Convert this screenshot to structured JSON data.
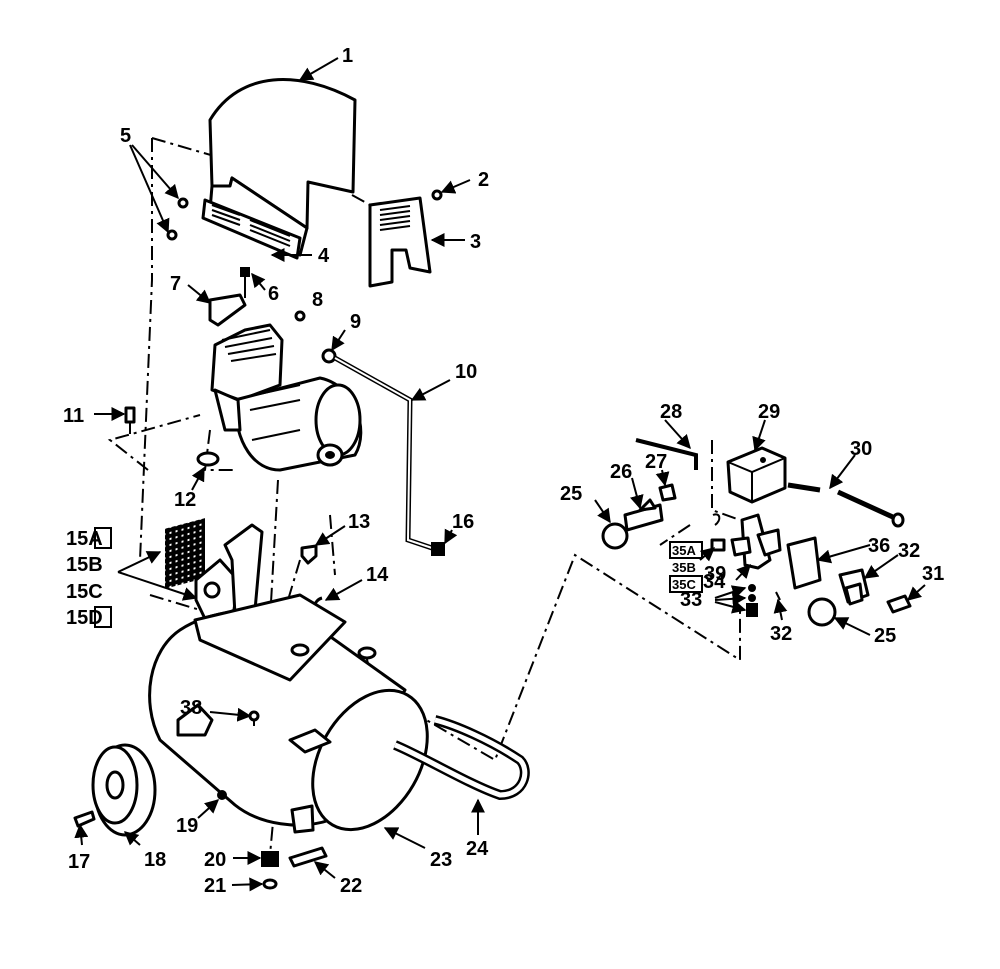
{
  "labels": {
    "p1": "1",
    "p2": "2",
    "p3": "3",
    "p4": "4",
    "p5": "5",
    "p6": "6",
    "p7": "7",
    "p8": "8",
    "p9": "9",
    "p10": "10",
    "p11": "11",
    "p12": "12",
    "p13": "13",
    "p14": "14",
    "p15a": "15A",
    "p15b": "15B",
    "p15c": "15C",
    "p15d": "15D",
    "p16": "16",
    "p17": "17",
    "p18": "18",
    "p19": "19",
    "p20": "20",
    "p21": "21",
    "p22": "22",
    "p23": "23",
    "p24": "24",
    "p25a": "25",
    "p25b": "25",
    "p26": "26",
    "p27": "27",
    "p28": "28",
    "p29": "29",
    "p30": "30",
    "p31": "31",
    "p32a": "32",
    "p32b": "32",
    "p33": "33",
    "p34": "34",
    "p35a": "35A",
    "p35b": "35B",
    "p35c": "35C",
    "p36": "36",
    "p38": "38",
    "p39": "39"
  }
}
